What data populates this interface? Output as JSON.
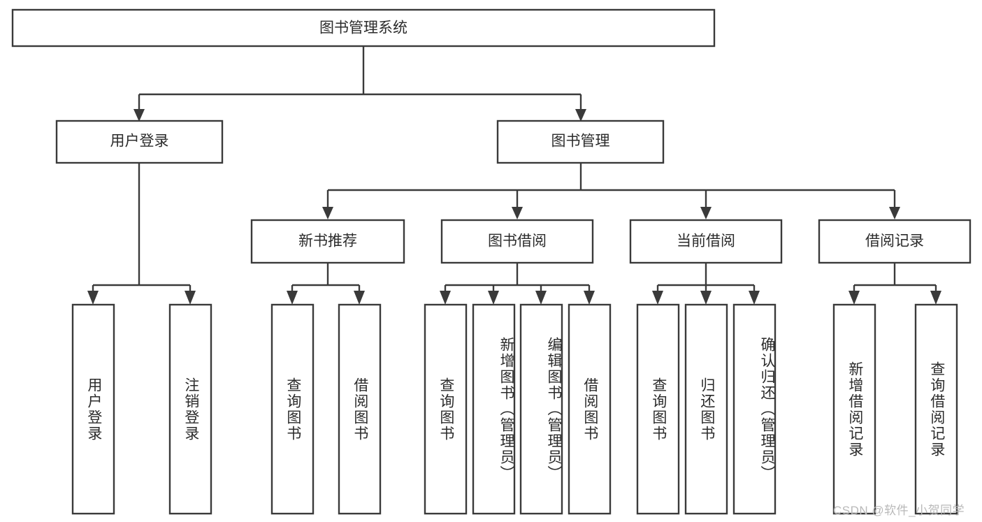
{
  "diagram": {
    "type": "tree-hierarchy-chart",
    "title": "图书管理系统",
    "orientation": "top-down",
    "colors": {
      "box_stroke": "#3a3a3a",
      "box_fill": "#ffffff",
      "connector": "#3a3a3a",
      "text": "#2b2b2b",
      "background": "#ffffff",
      "watermark": "#b9b9b9"
    },
    "levels": [
      {
        "level": 1,
        "nodes": [
          {
            "id": "root",
            "label": "图书管理系统",
            "text_orientation": "horizontal"
          }
        ]
      },
      {
        "level": 2,
        "nodes": [
          {
            "id": "user-login",
            "label": "用户登录",
            "parent": "root",
            "text_orientation": "horizontal"
          },
          {
            "id": "book-manage",
            "label": "图书管理",
            "parent": "root",
            "text_orientation": "horizontal"
          }
        ]
      },
      {
        "level": 3,
        "nodes": [
          {
            "id": "new-book-rec",
            "label": "新书推荐",
            "parent": "book-manage",
            "text_orientation": "horizontal"
          },
          {
            "id": "book-borrow",
            "label": "图书借阅",
            "parent": "book-manage",
            "text_orientation": "horizontal"
          },
          {
            "id": "current-borrow",
            "label": "当前借阅",
            "parent": "book-manage",
            "text_orientation": "horizontal"
          },
          {
            "id": "borrow-record",
            "label": "借阅记录",
            "parent": "book-manage",
            "text_orientation": "horizontal"
          }
        ]
      },
      {
        "level": 4,
        "nodes": [
          {
            "id": "leaf-1",
            "label": "用户登录",
            "parent": "user-login",
            "text_orientation": "vertical"
          },
          {
            "id": "leaf-2",
            "label": "注销登录",
            "parent": "user-login",
            "text_orientation": "vertical"
          },
          {
            "id": "leaf-3",
            "label": "查询图书",
            "parent": "new-book-rec",
            "text_orientation": "vertical"
          },
          {
            "id": "leaf-4",
            "label": "借阅图书",
            "parent": "new-book-rec",
            "text_orientation": "vertical"
          },
          {
            "id": "leaf-5",
            "label": "查询图书",
            "parent": "book-borrow",
            "text_orientation": "vertical"
          },
          {
            "id": "leaf-6",
            "label": "新增图书（管理员）",
            "parent": "book-borrow",
            "text_orientation": "vertical"
          },
          {
            "id": "leaf-7",
            "label": "编辑图书（管理员）",
            "parent": "book-borrow",
            "text_orientation": "vertical"
          },
          {
            "id": "leaf-8",
            "label": "借阅图书",
            "parent": "book-borrow",
            "text_orientation": "vertical"
          },
          {
            "id": "leaf-9",
            "label": "查询图书",
            "parent": "current-borrow",
            "text_orientation": "vertical"
          },
          {
            "id": "leaf-10",
            "label": "归还图书",
            "parent": "current-borrow",
            "text_orientation": "vertical"
          },
          {
            "id": "leaf-11",
            "label": "确认归还（管理员）",
            "parent": "current-borrow",
            "text_orientation": "vertical"
          },
          {
            "id": "leaf-12",
            "label": "新增借阅记录",
            "parent": "borrow-record",
            "text_orientation": "vertical"
          },
          {
            "id": "leaf-13",
            "label": "查询借阅记录",
            "parent": "borrow-record",
            "text_orientation": "vertical"
          }
        ]
      }
    ]
  },
  "watermark": {
    "text": "CSDN @软件_小贺同学"
  }
}
